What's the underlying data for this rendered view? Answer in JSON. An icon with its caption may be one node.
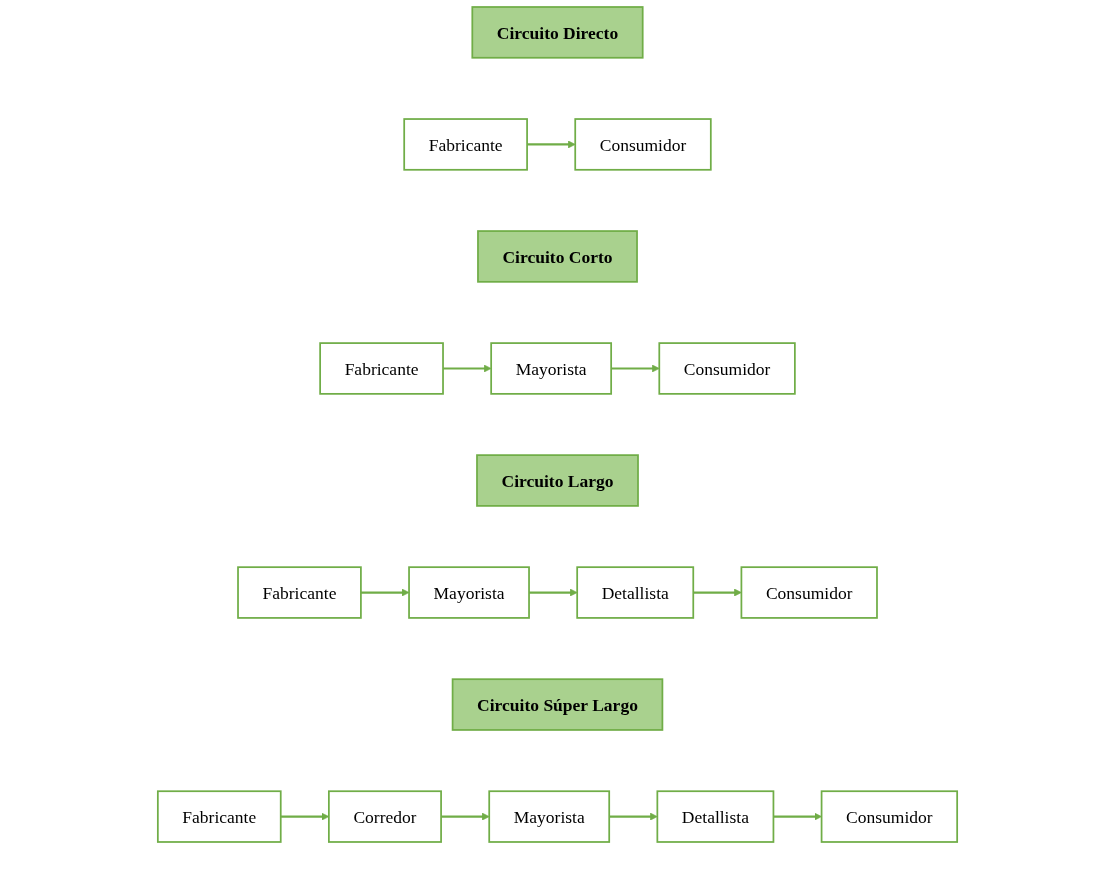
{
  "diagram": {
    "nodes": [
      {
        "text": [
          "Circuito Directo"
        ]
      },
      {
        "text": [
          "Fabricante"
        ]
      },
      {
        "text": [
          "Consumidor"
        ]
      },
      {
        "text": [
          "Circuito Corto"
        ]
      },
      {
        "text": [
          "Fabricante"
        ]
      },
      {
        "text": [
          "Mayorista"
        ]
      },
      {
        "text": [
          "Consumidor"
        ]
      },
      {
        "text": [
          "Circuito Largo"
        ]
      },
      {
        "text": [
          "Fabricante"
        ]
      },
      {
        "text": [
          "Mayorista"
        ]
      },
      {
        "text": [
          "Detallista"
        ]
      },
      {
        "text": [
          "Consumidor"
        ]
      },
      {
        "text": [
          "Circuito Súper Largo"
        ]
      },
      {
        "text": [
          "Fabricante"
        ]
      },
      {
        "text": [
          "Corredor"
        ]
      },
      {
        "text": [
          "Mayorista"
        ]
      },
      {
        "text": [
          "Detallista"
        ]
      },
      {
        "text": [
          "Consumidor"
        ]
      }
    ],
    "edges": [
      {
        "from": 1,
        "to": 2,
        "arrow": "to"
      },
      {
        "from": 4,
        "to": 5,
        "arrow": "to"
      },
      {
        "from": 5,
        "to": 6,
        "arrow": "to"
      },
      {
        "from": 8,
        "to": 9,
        "arrow": "to"
      },
      {
        "from": 9,
        "to": 10,
        "arrow": "to"
      },
      {
        "from": 10,
        "to": 11,
        "arrow": "to"
      },
      {
        "from": 13,
        "to": 14,
        "arrow": "to"
      },
      {
        "from": 14,
        "to": 15,
        "arrow": "to"
      },
      {
        "from": 15,
        "to": 16,
        "arrow": "to"
      },
      {
        "from": 16,
        "to": 17,
        "arrow": "to"
      }
    ]
  }
}
